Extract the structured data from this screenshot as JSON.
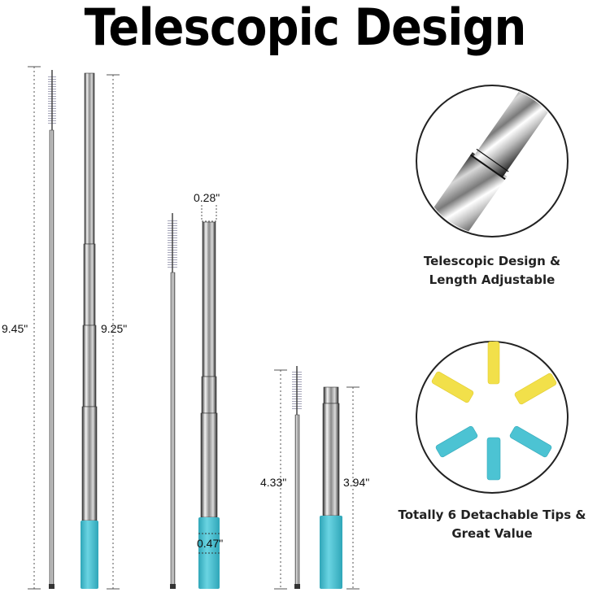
{
  "title": "Telescopic Design",
  "measurements": {
    "large_brush": "9.45\"",
    "large_straw": "9.25\"",
    "mid_width": "0.28\"",
    "mid_tip": "0.47\"",
    "small_brush": "4.33\"",
    "small_straw": "3.94\""
  },
  "features": [
    {
      "line1": "Telescopic Design &",
      "line2": "Length Adjustable"
    },
    {
      "line1": "Totally 6 Detachable Tips &",
      "line2": "Great Value"
    }
  ],
  "colors": {
    "silicone_tip_blue": "#4cc3d3",
    "silicone_tip_yellow": "#f2e04a",
    "steel_dark": "#3a3a3a"
  }
}
